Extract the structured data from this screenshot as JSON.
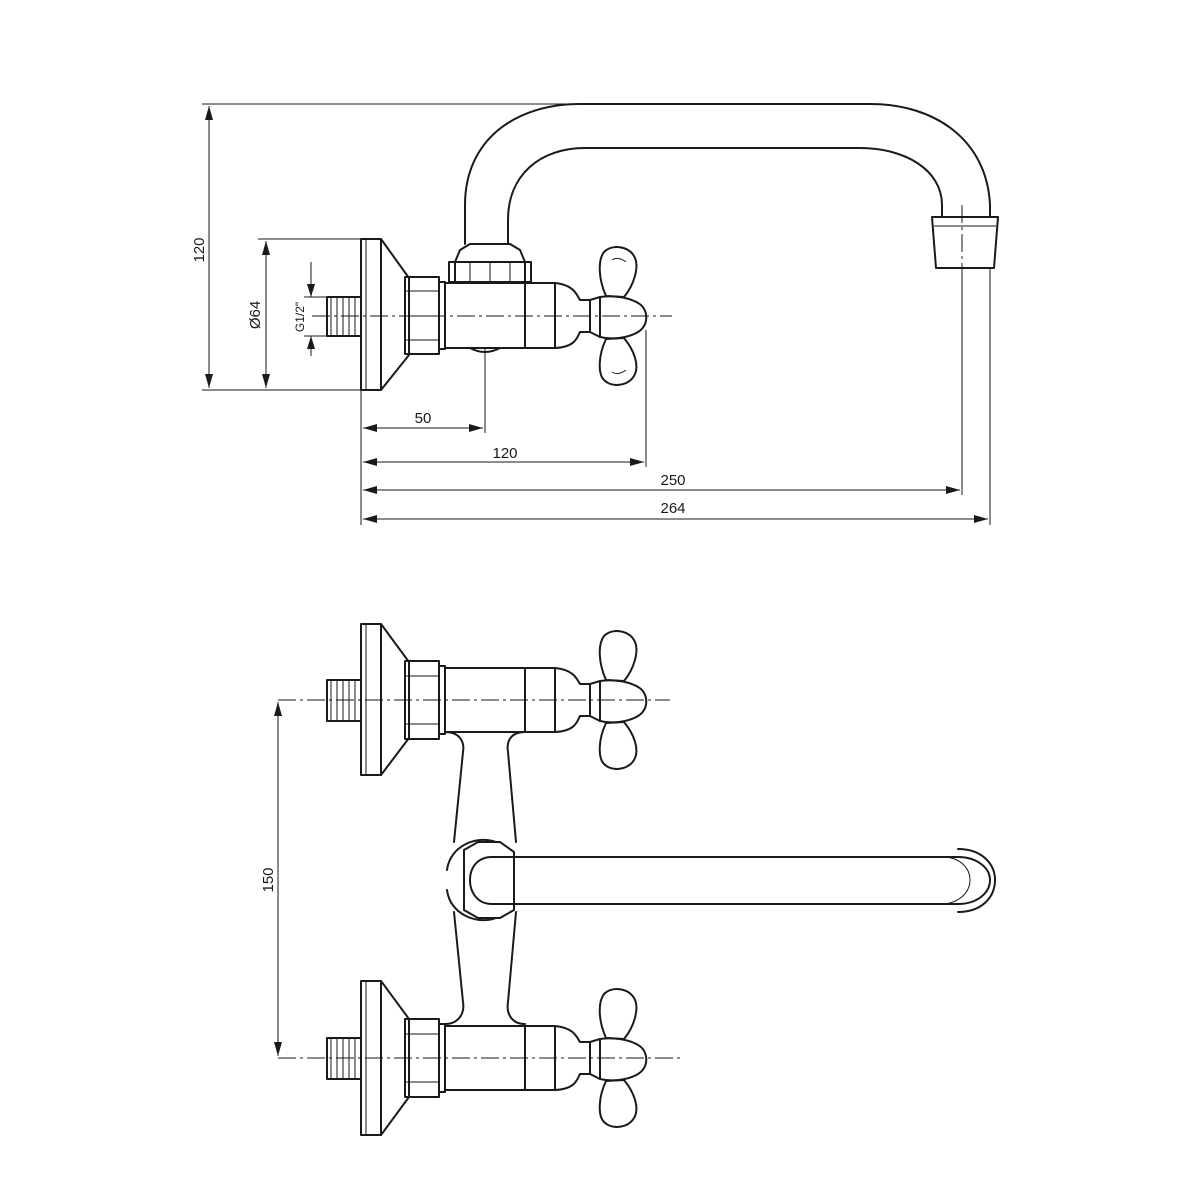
{
  "side_view": {
    "dimensions": {
      "height_overall": "120",
      "diameter_rosette": "Ø64",
      "thread": "G1/2\"",
      "to_spout_axis": "50",
      "to_handle": "120",
      "to_spout_outlet": "250",
      "overall_length": "264"
    }
  },
  "top_view": {
    "dimensions": {
      "inlet_spacing": "150"
    }
  }
}
